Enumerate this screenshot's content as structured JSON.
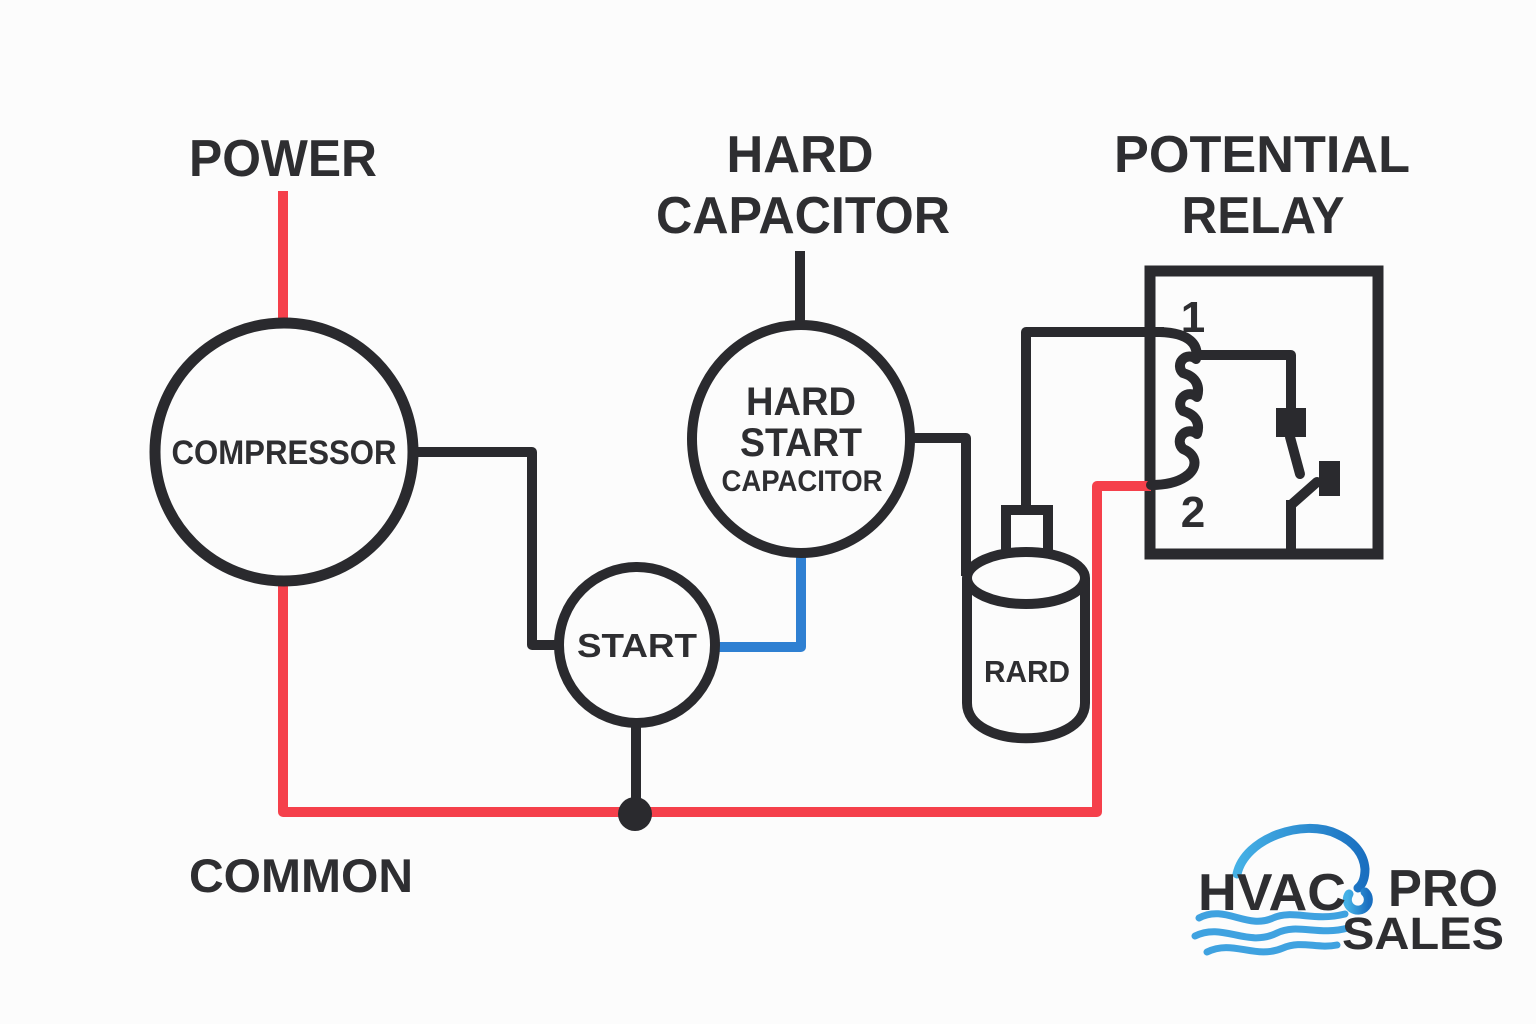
{
  "diagram": {
    "power_label": "POWER",
    "common_label": "COMMON",
    "hard_capacitor_label": {
      "line1": "HARD",
      "line2": "CAPACITOR"
    },
    "potential_relay_label": {
      "line1": "POTENTIAL",
      "line2": "RELAY"
    },
    "compressor": {
      "label": "COMPRESSOR"
    },
    "start_winding": {
      "label": "START"
    },
    "hard_start_capacitor": {
      "line1": "HARD",
      "line2": "START",
      "line3": "CAPACITOR"
    },
    "capacitor_can": {
      "label": "RARD"
    },
    "relay": {
      "terminal_top": "1",
      "terminal_bottom": "2"
    },
    "wire_colors": {
      "power_red": "#f5404b",
      "common_black": "#2a2a2e",
      "start_blue": "#2f80d2"
    },
    "text_color": "#2e2e31",
    "background": "#fcfcfc"
  },
  "logo": {
    "word1": "HVAC",
    "word2": "PRO",
    "word3": "SALES",
    "colors": {
      "word1_blue": "#2160aa",
      "word2_orange_top": "#f9a41c",
      "word2_orange_bottom": "#ee7123",
      "word3_blue": "#27479e",
      "swoosh_start": "#45b1e6",
      "swoosh_end": "#1a6fc0",
      "wave_blue": "#3fa2e0"
    }
  }
}
